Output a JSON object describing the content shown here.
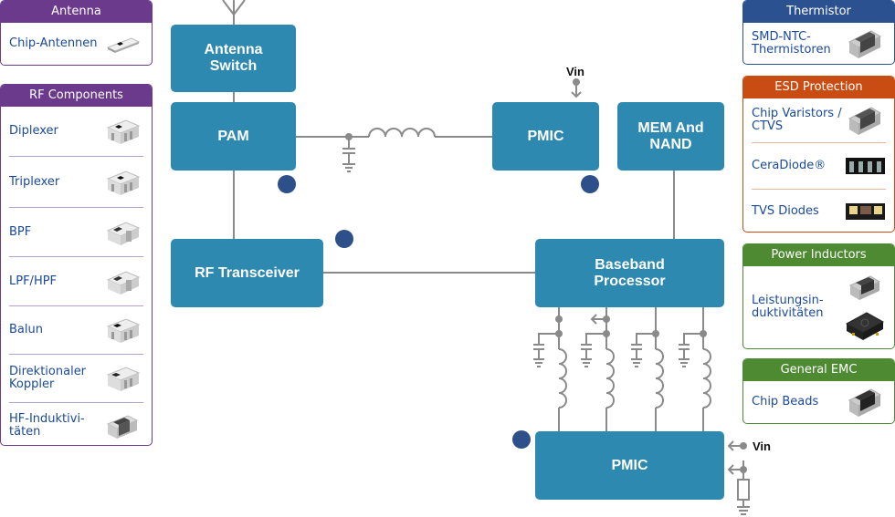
{
  "left_panels": [
    {
      "title": "Antenna",
      "color": "#6b3a8c",
      "items": [
        {
          "label": "Chip-Antennen",
          "icon": "chip-antenna-icon"
        }
      ]
    },
    {
      "title": "RF Components",
      "color": "#6b3a8c",
      "items": [
        {
          "label": "Diplexer",
          "icon": "multilayer-chip-icon"
        },
        {
          "label": "Triplexer",
          "icon": "multilayer-chip-icon"
        },
        {
          "label": "BPF",
          "icon": "filter-chip-icon"
        },
        {
          "label": "LPF/HPF",
          "icon": "filter-chip-icon"
        },
        {
          "label": "Balun",
          "icon": "multilayer-chip-icon"
        },
        {
          "label": "Direktionaler Koppler",
          "icon": "multilayer-chip-icon"
        },
        {
          "label": "HF-Induktivi-täten",
          "icon": "chip-inductor-icon"
        }
      ]
    }
  ],
  "right_panels": [
    {
      "title": "Thermistor",
      "color": "#2b5190",
      "items": [
        {
          "label": "SMD-NTC-Thermistoren",
          "icon": "chip-thermistor-icon"
        }
      ]
    },
    {
      "title": "ESD Protection",
      "color": "#c94d13",
      "items": [
        {
          "label": "Chip Varistors / CTVS",
          "icon": "chip-varistor-icon"
        },
        {
          "label": "CeraDiode®",
          "icon": "ceradiode-array-icon"
        },
        {
          "label": "TVS Diodes",
          "icon": "tvs-diode-icon"
        }
      ]
    },
    {
      "title": "Power Inductors",
      "color": "#4e8a32",
      "items": [
        {
          "label": "Leistungsin-duktivitäten",
          "icon": "power-inductor-icon"
        }
      ]
    },
    {
      "title": "General EMC",
      "color": "#4e8a32",
      "items": [
        {
          "label": "Chip Beads",
          "icon": "chip-bead-icon"
        }
      ]
    }
  ],
  "blocks": {
    "antenna_switch": "Antenna Switch",
    "pam": "PAM",
    "pmic_top": "PMIC",
    "mem_nand": "MEM And NAND",
    "rf_transceiver": "RF Transceiver",
    "baseband": "Baseband Processor",
    "pmic_bottom": "PMIC"
  },
  "labels": {
    "vin_top": "Vin",
    "vin_bottom": "Vin"
  },
  "colors": {
    "block": "#2d89b0",
    "marker": "#2d4f8a",
    "wire": "#8a8a8a",
    "link_text": "#1a4a9c"
  }
}
